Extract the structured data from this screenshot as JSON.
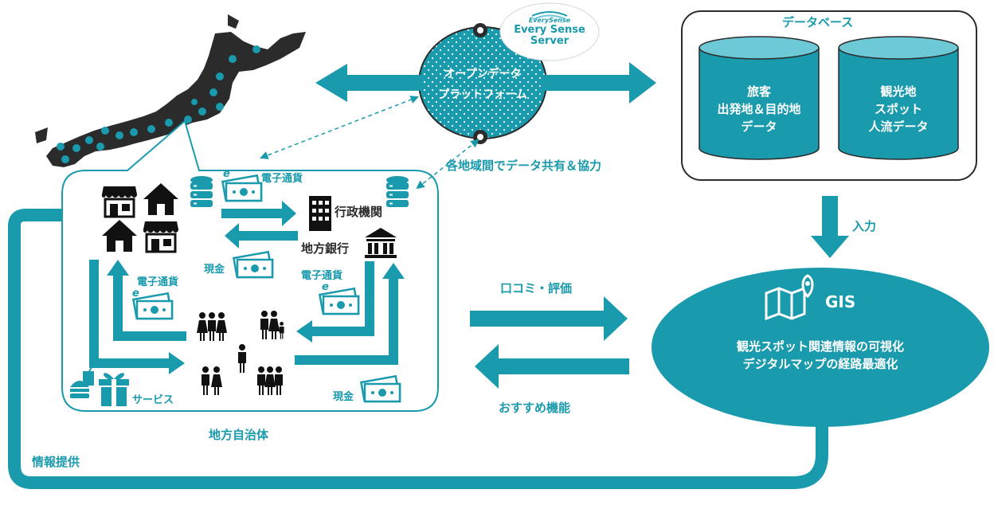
{
  "colors": {
    "teal": "#1a9aad",
    "teal_light": "#6cc9d5",
    "dark": "#2b2b2b",
    "white": "#ffffff"
  },
  "platform": {
    "title_line1": "オープンデータ",
    "title_line2": "プラットフォーム",
    "server_logo_small": "EverySense",
    "server_name_line1": "Every Sense",
    "server_name_line2": "Server"
  },
  "database": {
    "title": "データベース",
    "cylinder1": {
      "line1": "旅客",
      "line2": "出発地＆目的地",
      "line3": "データ"
    },
    "cylinder2": {
      "line1": "観光地",
      "line2": "スポット",
      "line3": "人流データ"
    }
  },
  "labels": {
    "sharing": "各地域間でデータ共有＆協力",
    "input": "入力",
    "reviews": "口コミ・評価",
    "recommend": "おすすめ機能",
    "info_provision": "情報提供",
    "municipality": "地方自治体"
  },
  "gis": {
    "title": "GIS",
    "line1": "観光スポット関連情報の可視化",
    "line2": "デジタルマップの経路最適化"
  },
  "municipality_box": {
    "e_currency_1": "電子通貨",
    "e_currency_2": "電子通貨",
    "e_currency_3": "電子通貨",
    "cash_1": "現金",
    "cash_2": "現金",
    "government": "行政機関",
    "local_bank": "地方銀行",
    "service": "サービス",
    "e_mark": "e"
  },
  "icons": [
    "japan-map-icon",
    "store-icon",
    "house-icon",
    "database-icon",
    "banknote-icon",
    "office-building-icon",
    "bank-icon",
    "people-group-icon",
    "family-icon",
    "person-icon",
    "food-icon",
    "gift-icon",
    "map-pin-icon"
  ]
}
